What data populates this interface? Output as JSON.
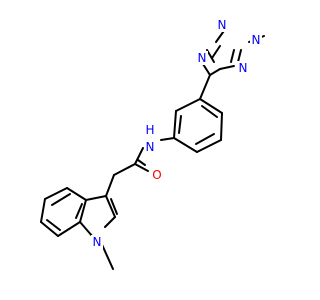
{
  "structure": {
    "colors": {
      "bond": "#000000",
      "nitrogen": "#0000ff",
      "oxygen": "#ff0000",
      "background": "#ffffff"
    },
    "atom_labels": [
      {
        "id": "tetrazole-n1",
        "text": "N",
        "element": "N"
      },
      {
        "id": "tetrazole-n2",
        "text": "N",
        "element": "N"
      },
      {
        "id": "tetrazole-n3",
        "text": "N",
        "element": "N"
      },
      {
        "id": "tetrazole-n4",
        "text": "N",
        "element": "N"
      },
      {
        "id": "amide-nh",
        "text": "N",
        "element": "N"
      },
      {
        "id": "amide-h",
        "text": "H",
        "element": "N"
      },
      {
        "id": "amide-oxygen",
        "text": "O",
        "element": "O"
      },
      {
        "id": "indole-nitrogen",
        "text": "N",
        "element": "N"
      }
    ]
  }
}
